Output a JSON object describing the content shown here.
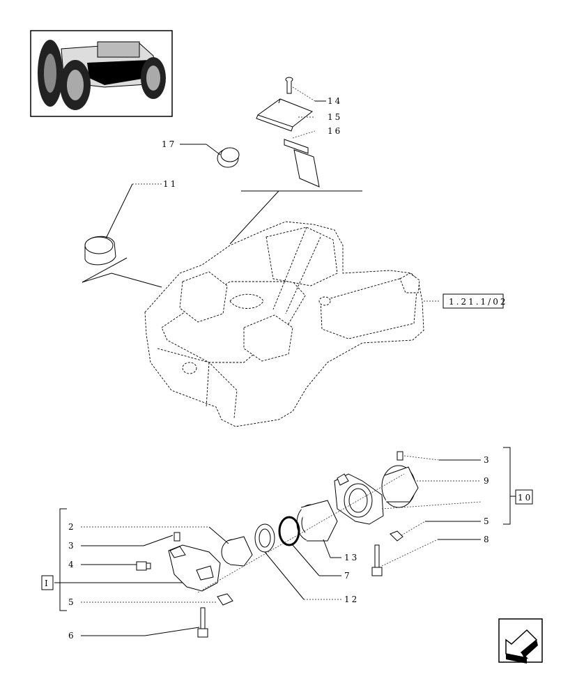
{
  "labels": {
    "p14": "14",
    "p15": "15",
    "p16": "16",
    "p17": "17",
    "p11": "11",
    "ref": "1.21.1/02",
    "p3a": "3",
    "p9": "9",
    "p10": "10",
    "p5a": "5",
    "p8": "8",
    "p13": "13",
    "p7": "7",
    "p12": "12",
    "p2": "2",
    "p3b": "3",
    "p4": "4",
    "pI": "I",
    "p5b": "5",
    "p6": "6"
  },
  "icons": [
    "tractor-thumbnail-icon",
    "next-page-arrow-icon"
  ]
}
